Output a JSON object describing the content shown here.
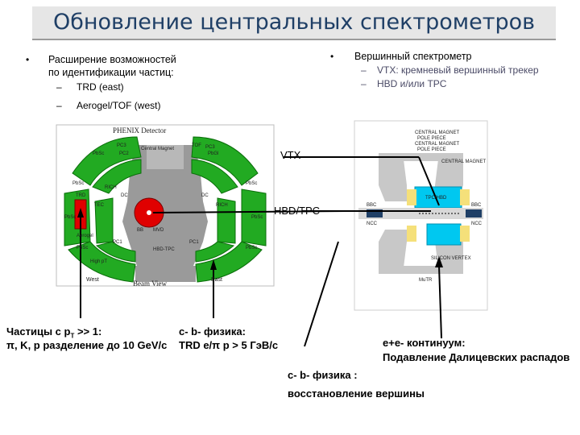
{
  "title": "Обновление центральных спектрометров",
  "left_block": {
    "heading_line1": "Расширение возможностей",
    "heading_line2": "по идентификации частиц:",
    "items": [
      "TRD (east)",
      "Aerogel/TOF (west)"
    ]
  },
  "right_block": {
    "heading": "Вершинный спектрометр",
    "items": [
      "VTX: кремневый вершинный трекер",
      "HBD и/или TPC"
    ]
  },
  "phenix": {
    "title": "PHENIX Detector",
    "beam_view": "Beam View",
    "west": "West",
    "east": "East",
    "labels": [
      "PbSc",
      "PbSc",
      "PbSc",
      "PbSc",
      "PbGl",
      "PbSc",
      "PbSc",
      "PbSc",
      "PC3",
      "PC2",
      "PC1",
      "PC1",
      "PC3",
      "TOF",
      "TEC",
      "RICH",
      "RICH",
      "DC",
      "DC",
      "Central Magnet",
      "HBD-TPC",
      "High pT",
      "Aerogel",
      "TRD",
      "BB",
      "MVD"
    ]
  },
  "vtx_labels": [
    "VTX",
    "HBD/TPC"
  ],
  "vertex_detector_tiny": [
    "CENTRAL MAGNET",
    "POLE PIECE",
    "CENTRAL MAGNET",
    "POLE PIECE",
    "CENTRAL MAGNET",
    "BBC",
    "BBC",
    "NCC",
    "NCC",
    "MuTR",
    "SILICON VERTEX",
    "TPC/HBD"
  ],
  "bottom": {
    "left_line1": "Частицы с p",
    "left_line1_sub": "T",
    "left_line1_tail": " >> 1:",
    "left_line2": "π, K, p разделение до 10 GeV/c",
    "mid_line1": "c- b-  физика:",
    "mid_line2": "TRD  e/π  p > 5 ГэВ/с",
    "right_line1": "e+e- континуум:",
    "right_line2": "Подавление Далицевских распадов",
    "center_line1": "c- b-  физика :",
    "center_line2": "восстановление вершины"
  },
  "colors": {
    "title": "#1f3f66",
    "detector_green": "#22aa22",
    "magnet_gray": "#9a9a9a",
    "hbd_red": "#e00000",
    "vtx_cyan": "#00c8f0",
    "vtx_yellow": "#f5e07a"
  }
}
